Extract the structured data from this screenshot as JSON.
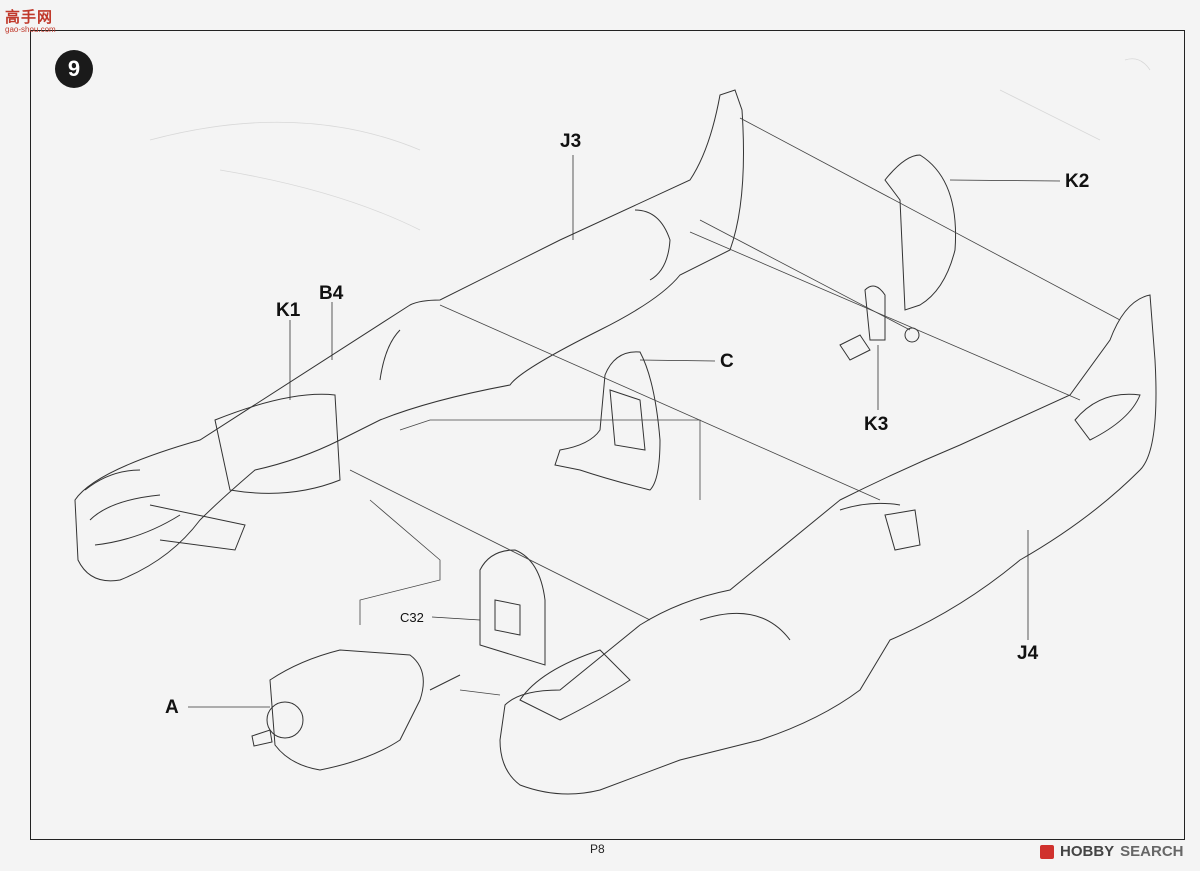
{
  "step_number": "9",
  "page_number": "P8",
  "watermark_top": "高手网",
  "watermark_top_sub": "gao-shou.com",
  "watermark_bottom": {
    "brand": "HOBBY",
    "brand2": "SEARCH"
  },
  "parts": {
    "j3": "J3",
    "k2": "K2",
    "k1": "K1",
    "b4": "B4",
    "c": "C",
    "k3": "K3",
    "c32": "C32",
    "a": "A",
    "j4": "J4"
  }
}
